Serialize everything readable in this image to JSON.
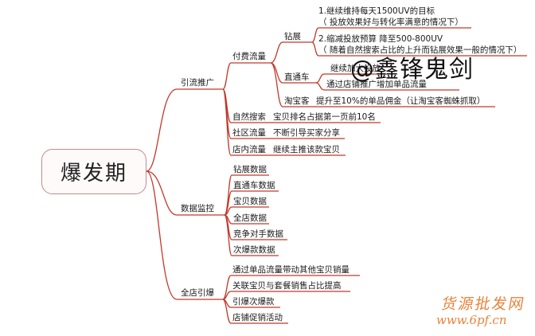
{
  "root": "爆发期",
  "branches": {
    "traffic": "引流推广",
    "monitor": "数据监控",
    "store": "全店引爆"
  },
  "traffic": {
    "paid": "付费流量",
    "zuanzhan": "钻展",
    "zz1_line1": "1.继续维持每天1500UV的目标",
    "zz1_line2": "（ 投放效果好与转化率满意的情况下）",
    "zz2_line1": "2.缩减投放预算 降至500-800UV",
    "zz2_line2": "（ 随着自然搜索占比的上升而钻展效果一般的情况下）",
    "ztc": "直通车",
    "ztc1": "继续加大投放",
    "ztc2": "通过店铺推广增加单品流量",
    "taobaoke": "淘宝客",
    "taobaoke_note": "提升至10%的单品佣金（让淘宝客蜘蛛抓取）",
    "natural": "自然搜索",
    "natural_note": "宝贝排名占据第一页前10名",
    "community": "社区流量",
    "community_note": "不断引导买家分享",
    "instore": "店内流量",
    "instore_note": "继续主推该款宝贝"
  },
  "monitor_items": [
    "钻展数据",
    "直通车数据",
    "宝贝数据",
    "全店数据",
    "竞争对手数据",
    "次爆款数据"
  ],
  "store_items": [
    "通过单品流量带动其他宝贝销量",
    "关联宝贝与套餐销售占比提高",
    "引爆次爆款",
    "店铺促销活动"
  ],
  "watermark": "@鑫锋鬼剑",
  "stamp": {
    "name": "货源批发网",
    "url": "www.6pf.cn"
  },
  "colors": {
    "line": "#c0392b",
    "root_border": "#c58a8a",
    "stamp": "#e8833a"
  }
}
